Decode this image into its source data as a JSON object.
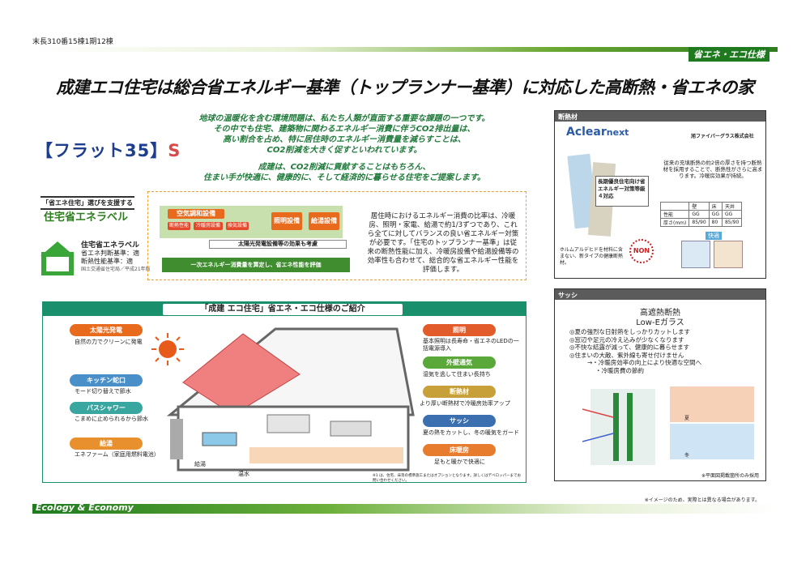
{
  "header": {
    "property_line": "末長310番15棟1期12棟",
    "tag": "省エネ・エコ仕様",
    "title": "成建エコ住宅は総合省エネルギー基準（トップランナー基準）に対応した高断熱・省エネの家"
  },
  "left": {
    "flat35": "【フラット35】",
    "flat35_s": "S",
    "intro": [
      "地球の温暖化を含む環境問題は、私たち人類が直面する重要な課題の一つです。",
      "その中でも住宅、建築物に関わるエネルギー消費に伴うCO2排出量は、",
      "高い割合を占め、特に居住時のエネルギー消費量を減らすことは、",
      "CO2削減を大きく促すといわれています。",
      "成建は、CO2削減に貢献することはもちろん、",
      "住まい手が快適に、健康的に、そして経済的に暮らせる住宅をご提案します。"
    ],
    "label_support": "「省エネ住宅」選びを支援する",
    "label_main": "住宅省エネラベル",
    "elabel_title": "住宅省エネラベル",
    "elabel_line1": "省エネ判断基準：適",
    "elabel_line2": "断熱性能基準：適",
    "elabel_small": "国土交通省住宅局／平成21年版"
  },
  "flow": {
    "box1": "空気調和設備",
    "box1_sub": [
      "断熱性能",
      "冷暖房設備",
      "換気設備"
    ],
    "box2": "照明設備",
    "box3": "給湯設備",
    "note": "太陽光発電設備等の効果も考慮",
    "result": "一次エネルギー消費量を算定し、省エネ性能を評価",
    "desc": "居住時におけるエネルギー消費の比率は、冷暖房、照明・家電、給湯で約1/3ずつであり、これら全てに対してバランスの良い省エネルギー対策が必要です。「住宅のトップランナー基準」は従来の断熱性能に加え、冷暖房設備や給湯設備等の効率性も合わせて、総合的な省エネルギー性能を評価します。"
  },
  "insulation": {
    "head": "断熱材",
    "brand": "Aclear",
    "brand_next": "next",
    "maker": "旭ファイバーグラス株式会社",
    "callout": "長期優良住宅向け省エネルギー対策等級４対応",
    "desc": "従来の充填断熱の約2倍の厚さを持つ断熱材を採用することで、断熱性がさらに高まります。冷暖房効果が持続。",
    "table_head": [
      "",
      "壁",
      "床",
      "天井"
    ],
    "table_rows": [
      [
        "性能",
        "GG",
        "GG",
        "GG"
      ],
      [
        "厚さ(mm)",
        "85/90",
        "80",
        "85/90"
      ]
    ],
    "non_label": "NON",
    "formaldehyde": "ホルムアルデヒドを材料に含まない、新タイプの健康断熱材。",
    "badge": "快適"
  },
  "sash": {
    "head": "サッシ",
    "title1": "高遮熱断熱",
    "title2": "Low-Eガラス",
    "points": [
      "◎夏の強烈な日射熱をしっかりカットします",
      "◎窓辺や足元の冷え込みが少なくなります",
      "◎不快な結露が減って、健康的に暮らせます",
      "◎住まいの大敵、紫外線も寄せ付けません",
      "→・冷暖房効率の向上により快適な空間へ",
      "・冷暖房費の節約"
    ],
    "caption1": "夏",
    "caption2": "冬",
    "footnote": "※平面図掲載箇所のみ採用"
  },
  "intro": {
    "title": "「成建 エコ住宅」省エネ・エコ仕様のご紹介",
    "items_left": [
      {
        "label": "太陽光発電",
        "desc": "自然の力でクリーンに発電",
        "color": "#e86a1d"
      },
      {
        "label": "キッチン蛇口",
        "desc": "モード切り替えで節水",
        "color": "#4a90c8"
      },
      {
        "label": "バスシャワー",
        "desc": "こまめに止められるから節水",
        "color": "#3aa6a0"
      },
      {
        "label": "給湯",
        "desc": "エネファーム（家庭用燃料電池）",
        "color": "#e8902e"
      }
    ],
    "items_right": [
      {
        "label": "照明",
        "desc": "基本照明は長寿命・省エネのLEDの一括電源導入",
        "color": "#e25b2b"
      },
      {
        "label": "外壁通気",
        "desc": "湿気を逃して住まい長持ち",
        "color": "#5aa83a"
      },
      {
        "label": "断熱材",
        "desc": "より厚い断熱材で冷暖房効率アップ",
        "color": "#c8a03a"
      },
      {
        "label": "サッシ",
        "desc": "夏の熱をカットし、冬の暖気をガード",
        "color": "#3b6fb0"
      },
      {
        "label": "床暖房",
        "desc": "足もと暖かで快適に",
        "color": "#e87c2e"
      }
    ],
    "pipe_labels": [
      "給湯",
      "温水"
    ],
    "footnote": "※1 は、住宅、床等の標準施工またはオプションとなります。詳しくはデベロッパーまでお問い合わせください。"
  },
  "footer": {
    "tag": "Ecology & Economy",
    "note": "※イメージのため、実際とは異なる場合があります。"
  }
}
